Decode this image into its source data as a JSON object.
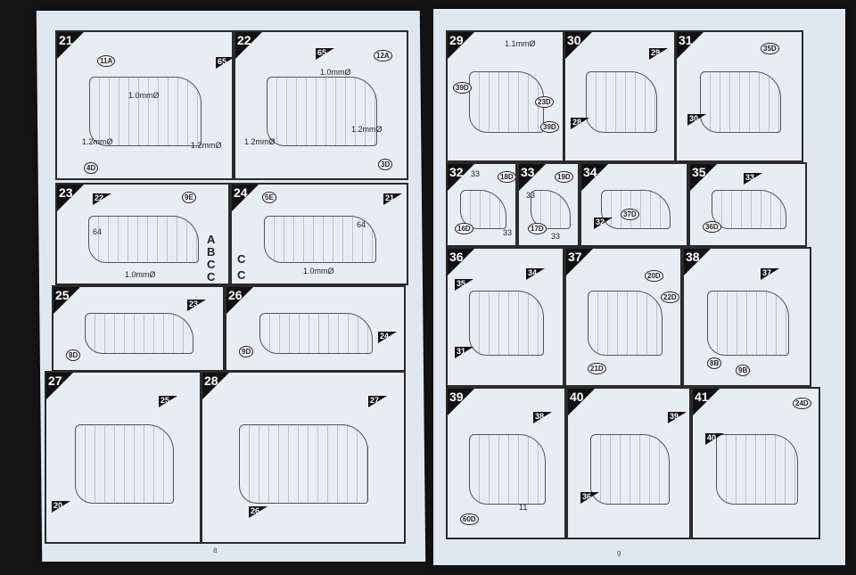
{
  "pages": [
    {
      "number": "8"
    },
    {
      "number": "9"
    }
  ],
  "panels": {
    "21": {
      "step": "21",
      "labels": [
        "11A",
        "65",
        "1.0mmØ",
        "1.2mmØ",
        "1.2mmØ",
        "4D"
      ]
    },
    "22": {
      "step": "22",
      "labels": [
        "12A",
        "65",
        "1.0mmØ",
        "1.2mmØ",
        "1.2mmØ",
        "3D"
      ]
    },
    "23": {
      "step": "23",
      "labels": [
        "22",
        "9E",
        "64",
        "A",
        "B",
        "C",
        "C",
        "1.0mmØ"
      ]
    },
    "24": {
      "step": "24",
      "labels": [
        "5E",
        "21",
        "64",
        "C",
        "C",
        "1.0mmØ"
      ]
    },
    "25": {
      "step": "25",
      "labels": [
        "23",
        "8D"
      ]
    },
    "26": {
      "step": "26",
      "labels": [
        "24",
        "9D"
      ]
    },
    "27": {
      "step": "27",
      "labels": [
        "25",
        "20"
      ]
    },
    "28": {
      "step": "28",
      "labels": [
        "27",
        "26"
      ]
    },
    "29": {
      "step": "29",
      "labels": [
        "1.1mmØ",
        "39D",
        "23D",
        "39D"
      ]
    },
    "30": {
      "step": "30",
      "labels": [
        "29",
        "28"
      ]
    },
    "31": {
      "step": "31",
      "labels": [
        "35D",
        "30"
      ]
    },
    "32": {
      "step": "32",
      "labels": [
        "33",
        "18D",
        "16D",
        "33"
      ]
    },
    "33": {
      "step": "33",
      "labels": [
        "19D",
        "33",
        "17D",
        "33"
      ]
    },
    "34": {
      "step": "34",
      "labels": [
        "32",
        "37D"
      ]
    },
    "35": {
      "step": "35",
      "labels": [
        "33",
        "36D"
      ]
    },
    "36": {
      "step": "36",
      "labels": [
        "35",
        "34",
        "31"
      ]
    },
    "37": {
      "step": "37",
      "labels": [
        "20D",
        "22D",
        "21D"
      ]
    },
    "38": {
      "step": "38",
      "labels": [
        "37",
        "8B",
        "9B"
      ]
    },
    "39": {
      "step": "39",
      "labels": [
        "38",
        "60D",
        "11"
      ]
    },
    "40": {
      "step": "40",
      "labels": [
        "39",
        "36"
      ]
    },
    "41": {
      "step": "41",
      "labels": [
        "24D",
        "40"
      ]
    }
  }
}
